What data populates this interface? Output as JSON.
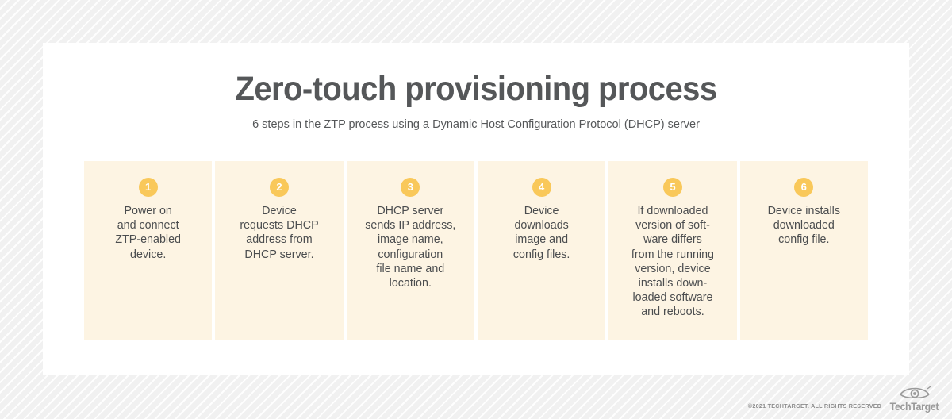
{
  "graphic": {
    "title": "Zero-touch provisioning process",
    "subtitle": "6 steps in the ZTP process using a Dynamic Host Configuration Protocol (DHCP) server",
    "accent_color": "#f9c85a",
    "panel_color": "#fdf4e3",
    "text_color": "#4b4d4f",
    "steps": [
      {
        "number": "1",
        "text": "Power on\nand connect\nZTP-enabled\ndevice."
      },
      {
        "number": "2",
        "text": "Device\nrequests DHCP\naddress from\nDHCP server."
      },
      {
        "number": "3",
        "text": "DHCP server\nsends IP address,\nimage name,\nconfiguration\nfile name and\nlocation."
      },
      {
        "number": "4",
        "text": "Device\ndownloads\nimage and\nconfig files."
      },
      {
        "number": "5",
        "text": "If downloaded\nversion of soft-\nware differs\nfrom the running\nversion, device\ninstalls down-\nloaded software\nand reboots."
      },
      {
        "number": "6",
        "text": "Device installs\ndownloaded\nconfig file."
      }
    ]
  },
  "footer": {
    "copyright": "©2021 TECHTARGET. ALL RIGHTS RESERVED",
    "logo_text": "TechTarget",
    "logo_icon": "eye-icon"
  }
}
